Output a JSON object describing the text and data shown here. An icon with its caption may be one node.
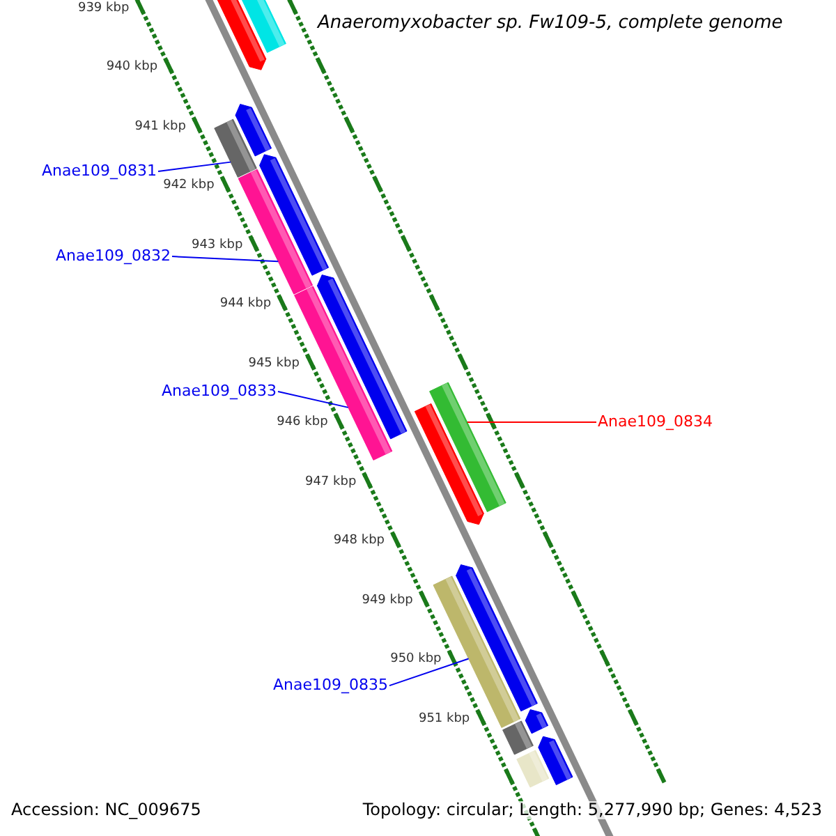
{
  "diagram": {
    "title": "Anaeromyxobacter sp. Fw109-5, complete genome",
    "nodes": [
      {
        "text": [],
        "shape": "bar"
      },
      {
        "text": [],
        "shape": "bar"
      },
      {
        "text": [],
        "shape": "bar"
      },
      {
        "text": [],
        "shape": "bar"
      },
      {
        "text": [],
        "shape": "bar"
      },
      {
        "text": [],
        "shape": "bar"
      },
      {
        "text": [],
        "shape": "bar"
      },
      {
        "text": [],
        "shape": "bar"
      },
      {
        "text": [],
        "shape": "bar"
      },
      {
        "text": [],
        "shape": "bar"
      },
      {
        "text": [],
        "shape": "bar"
      },
      {
        "text": [],
        "shape": "bar"
      },
      {
        "text": [],
        "shape": "bar"
      },
      {
        "text": [],
        "shape": "bar"
      },
      {
        "text": [],
        "shape": "bar"
      },
      {
        "text": [],
        "shape": "bar"
      },
      {
        "text": [
          "Anae109_0831"
        ]
      },
      {
        "text": [
          "Anae109_0832"
        ]
      },
      {
        "text": [
          "Anae109_0833"
        ]
      },
      {
        "text": [
          "Anae109_0834"
        ]
      },
      {
        "text": [
          "Anae109_0835"
        ]
      }
    ],
    "edges": [
      {
        "from": 16,
        "to": 3,
        "arrow": "none"
      },
      {
        "from": 17,
        "to": 5,
        "arrow": "none"
      },
      {
        "from": 18,
        "to": 7,
        "arrow": "none"
      },
      {
        "from": 19,
        "to": 8,
        "arrow": "none",
        "color": "#ff0000"
      },
      {
        "from": 20,
        "to": 11,
        "arrow": "none"
      }
    ],
    "labels": [
      "939 kbp",
      "940 kbp",
      "941 kbp",
      "942 kbp",
      "943 kbp",
      "944 kbp",
      "945 kbp",
      "946 kbp",
      "947 kbp",
      "948 kbp",
      "949 kbp",
      "950 kbp",
      "951 kbp",
      "Accession: NC_009675",
      "Topology: circular; Length: 5,277,990 bp; Genes: 4,523"
    ]
  }
}
